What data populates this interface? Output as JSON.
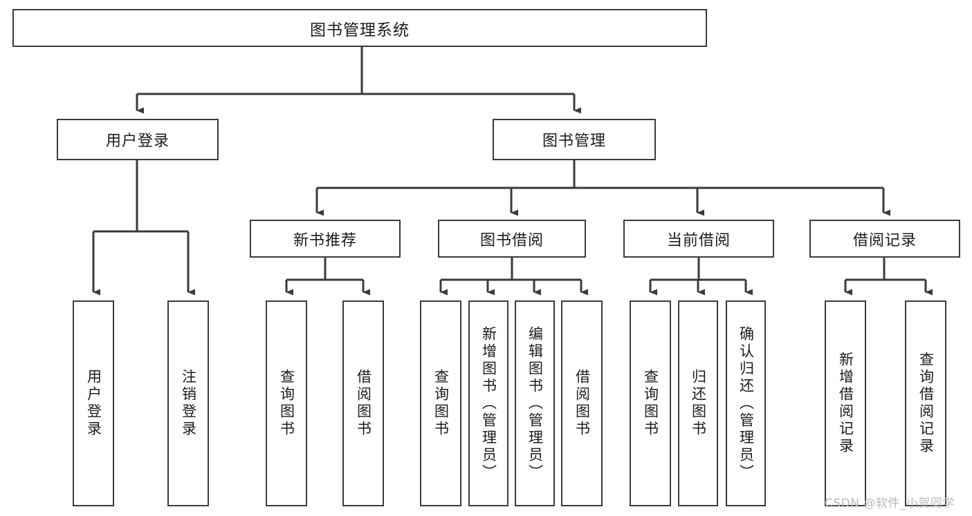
{
  "diagram": {
    "type": "tree-hierarchy-chart",
    "title": "图书管理系统",
    "watermark": "CSDN @软件_小贺同学",
    "colors": {
      "stroke": "#3a3a3a",
      "box_fill": "#ffffff",
      "text": "#1b1b1b",
      "watermark": "#b9b9b9",
      "background": "#ffffff"
    },
    "nodes": {
      "root": {
        "label": "图书管理系统"
      },
      "level2": [
        {
          "id": "user-login",
          "label": "用户登录"
        },
        {
          "id": "book-management",
          "label": "图书管理"
        }
      ],
      "level3": [
        {
          "id": "new-book-recommend",
          "label": "新书推荐"
        },
        {
          "id": "book-borrow",
          "label": "图书借阅"
        },
        {
          "id": "current-borrow",
          "label": "当前借阅"
        },
        {
          "id": "borrow-record",
          "label": "借阅记录"
        }
      ],
      "leaves": {
        "user-login": [
          {
            "id": "leaf-user-login",
            "label": "用户登录"
          },
          {
            "id": "leaf-logout-login",
            "label": "注销登录"
          }
        ],
        "new-book-recommend": [
          {
            "id": "leaf-query-book-1",
            "label": "查询图书"
          },
          {
            "id": "leaf-borrow-book-1",
            "label": "借阅图书"
          }
        ],
        "book-borrow": [
          {
            "id": "leaf-query-book-2",
            "label": "查询图书"
          },
          {
            "id": "leaf-add-book-admin",
            "label": "新增图书（管理员）"
          },
          {
            "id": "leaf-edit-book-admin",
            "label": "编辑图书（管理员）"
          },
          {
            "id": "leaf-borrow-book-2",
            "label": "借阅图书"
          }
        ],
        "current-borrow": [
          {
            "id": "leaf-query-book-3",
            "label": "查询图书"
          },
          {
            "id": "leaf-return-book",
            "label": "归还图书"
          },
          {
            "id": "leaf-confirm-return-admin",
            "label": "确认归还（管理员）"
          }
        ],
        "borrow-record": [
          {
            "id": "leaf-add-borrow-record",
            "label": "新增借阅记录"
          },
          {
            "id": "leaf-query-borrow-record",
            "label": "查询借阅记录"
          }
        ]
      }
    }
  }
}
